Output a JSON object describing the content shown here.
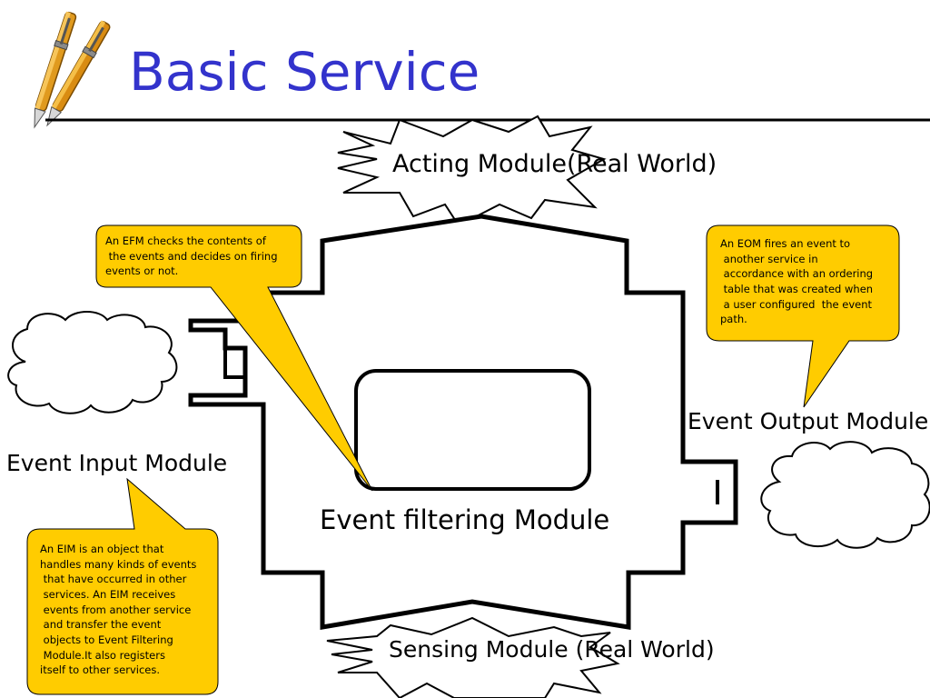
{
  "slide": {
    "title": "Basic Service"
  },
  "modules": {
    "acting": "Acting Module(Real World)",
    "sensing": "Sensing Module (Real World)",
    "input": "Event Input Module",
    "output": "Event Output Module",
    "filtering": "Event filtering Module"
  },
  "callouts": {
    "efm": {
      "lines": [
        "An EFM checks the contents of",
        " the events and decides on firing",
        "events or not."
      ]
    },
    "eom": {
      "lines": [
        "An EOM fires an event to",
        " another service in",
        " accordance with an ordering",
        " table that was created when",
        " a user configured  the event",
        "path."
      ]
    },
    "eim": {
      "lines": [
        "An EIM is an object that",
        "handles many kinds of events",
        " that have occurred in other",
        " services. An EIM receives",
        " events from another service",
        " and transfer the event",
        " objects to Event Filtering",
        " Module.It also registers",
        "itself to other services."
      ]
    }
  },
  "colors": {
    "title": "#3333cc",
    "callout_fill": "#ffcc00",
    "line": "#000000"
  },
  "icons": {
    "logo": "pens-icon"
  }
}
